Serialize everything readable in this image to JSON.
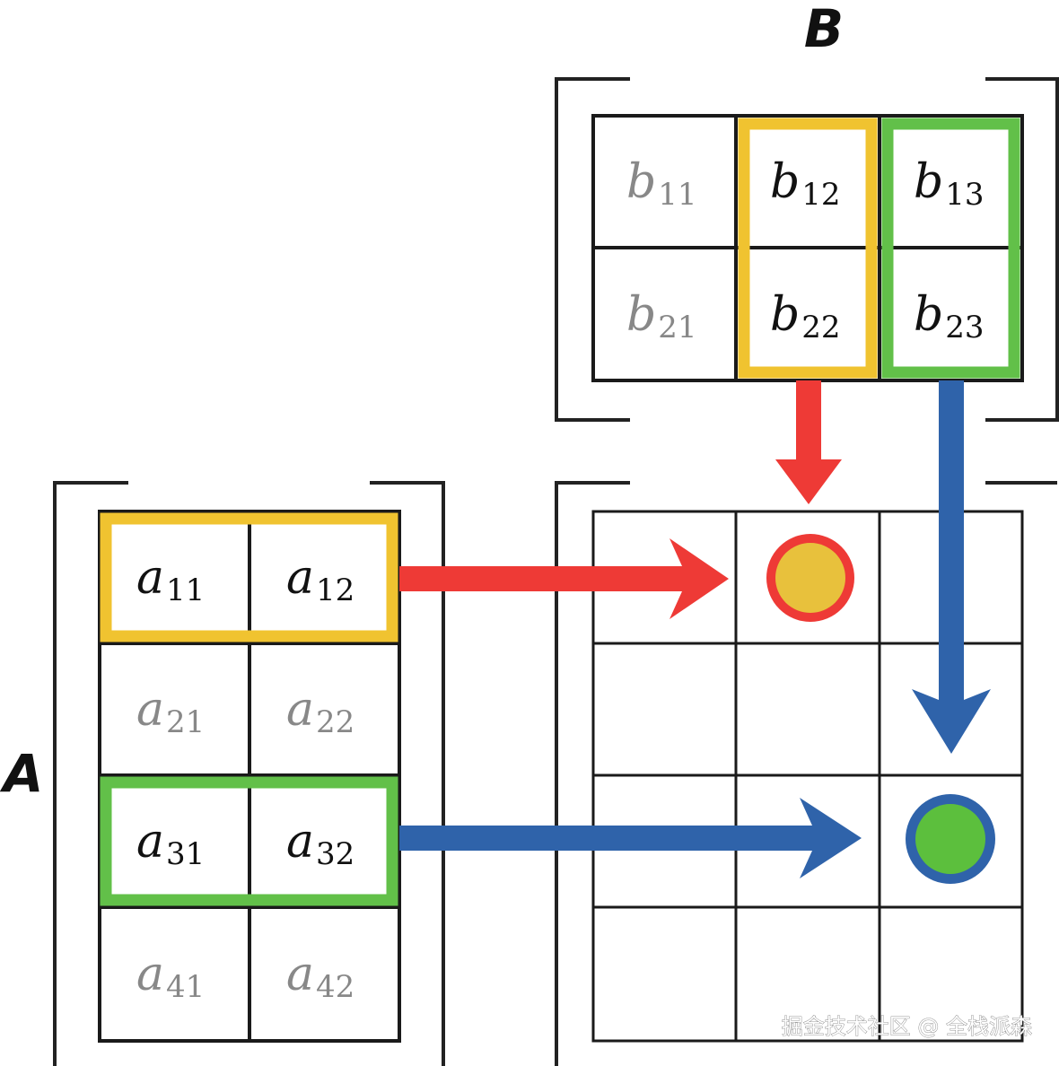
{
  "matrix_b": {
    "label": "B",
    "cells": [
      [
        {
          "base": "b",
          "sub": "11",
          "dim": true
        },
        {
          "base": "b",
          "sub": "12",
          "dim": false
        },
        {
          "base": "b",
          "sub": "13",
          "dim": false
        }
      ],
      [
        {
          "base": "b",
          "sub": "21",
          "dim": true
        },
        {
          "base": "b",
          "sub": "22",
          "dim": false
        },
        {
          "base": "b",
          "sub": "23",
          "dim": false
        }
      ]
    ],
    "highlighted_columns": [
      {
        "column": 2,
        "color": "#f0c330"
      },
      {
        "column": 3,
        "color": "#62c049"
      }
    ]
  },
  "matrix_a": {
    "label": "A",
    "cells": [
      [
        {
          "base": "a",
          "sub": "11",
          "dim": false
        },
        {
          "base": "a",
          "sub": "12",
          "dim": false
        }
      ],
      [
        {
          "base": "a",
          "sub": "21",
          "dim": true
        },
        {
          "base": "a",
          "sub": "22",
          "dim": true
        }
      ],
      [
        {
          "base": "a",
          "sub": "31",
          "dim": false
        },
        {
          "base": "a",
          "sub": "32",
          "dim": false
        }
      ],
      [
        {
          "base": "a",
          "sub": "41",
          "dim": true
        },
        {
          "base": "a",
          "sub": "42",
          "dim": true
        }
      ]
    ],
    "highlighted_rows": [
      {
        "row": 1,
        "color": "#f0c330"
      },
      {
        "row": 3,
        "color": "#62c049"
      }
    ]
  },
  "matrix_c": {
    "rows": 4,
    "cols": 3,
    "results": [
      {
        "row": 1,
        "col": 2,
        "fill": "#e8c13c",
        "ring": "#ee3a36"
      },
      {
        "row": 3,
        "col": 3,
        "fill": "#5cbf3d",
        "ring": "#2f63aa"
      }
    ]
  },
  "arrows": [
    {
      "name": "red-arrow",
      "color": "#ee3a36"
    },
    {
      "name": "blue-arrow",
      "color": "#2f63aa"
    }
  ],
  "colors": {
    "text": "#111111",
    "dim_text": "#888888",
    "grid": "#1a1a1a"
  },
  "watermark": "掘金技术社区 @ 全栈派森"
}
